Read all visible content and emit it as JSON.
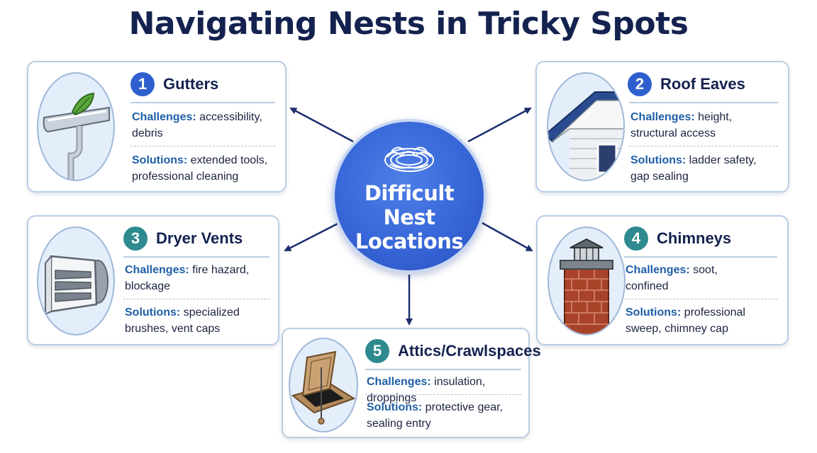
{
  "title": "Navigating Nests in Tricky Spots",
  "center": {
    "lines": [
      "Difficult",
      "Nest",
      "Locations"
    ],
    "icon": "nest-icon"
  },
  "labels": {
    "challenges": "Challenges:",
    "solutions": "Solutions:"
  },
  "cards": [
    {
      "number": "1",
      "title": "Gutters",
      "icon": "gutter-icon",
      "challenges": [
        "accessibility,",
        "debris"
      ],
      "solutions": [
        "extended tools,",
        "professional cleaning"
      ]
    },
    {
      "number": "2",
      "title": "Roof Eaves",
      "icon": "roof-eave-icon",
      "challenges": [
        "height,",
        "structural access"
      ],
      "solutions": [
        "ladder safety,",
        "gap sealing"
      ]
    },
    {
      "number": "3",
      "title": "Dryer Vents",
      "icon": "dryer-vent-icon",
      "challenges": [
        "fire hazard,",
        "blockage"
      ],
      "solutions": [
        "specialized",
        "brushes, vent caps"
      ]
    },
    {
      "number": "4",
      "title": "Chimneys",
      "icon": "chimney-icon",
      "challenges": [
        "soot,",
        "confined"
      ],
      "solutions": [
        "professional",
        "sweep, chimney cap"
      ]
    },
    {
      "number": "5",
      "title": "Attics/Crawlspaces",
      "icon": "attic-hatch-icon",
      "challenges": [
        "insulation, droppings"
      ],
      "solutions": [
        "protective gear,",
        "sealing entry"
      ]
    }
  ],
  "colors": {
    "title": "#14224f",
    "blue_badge": "#2f5fcf",
    "teal_badge": "#2e8a8e",
    "center": "#3766d8",
    "label": "#1f5fa6"
  }
}
